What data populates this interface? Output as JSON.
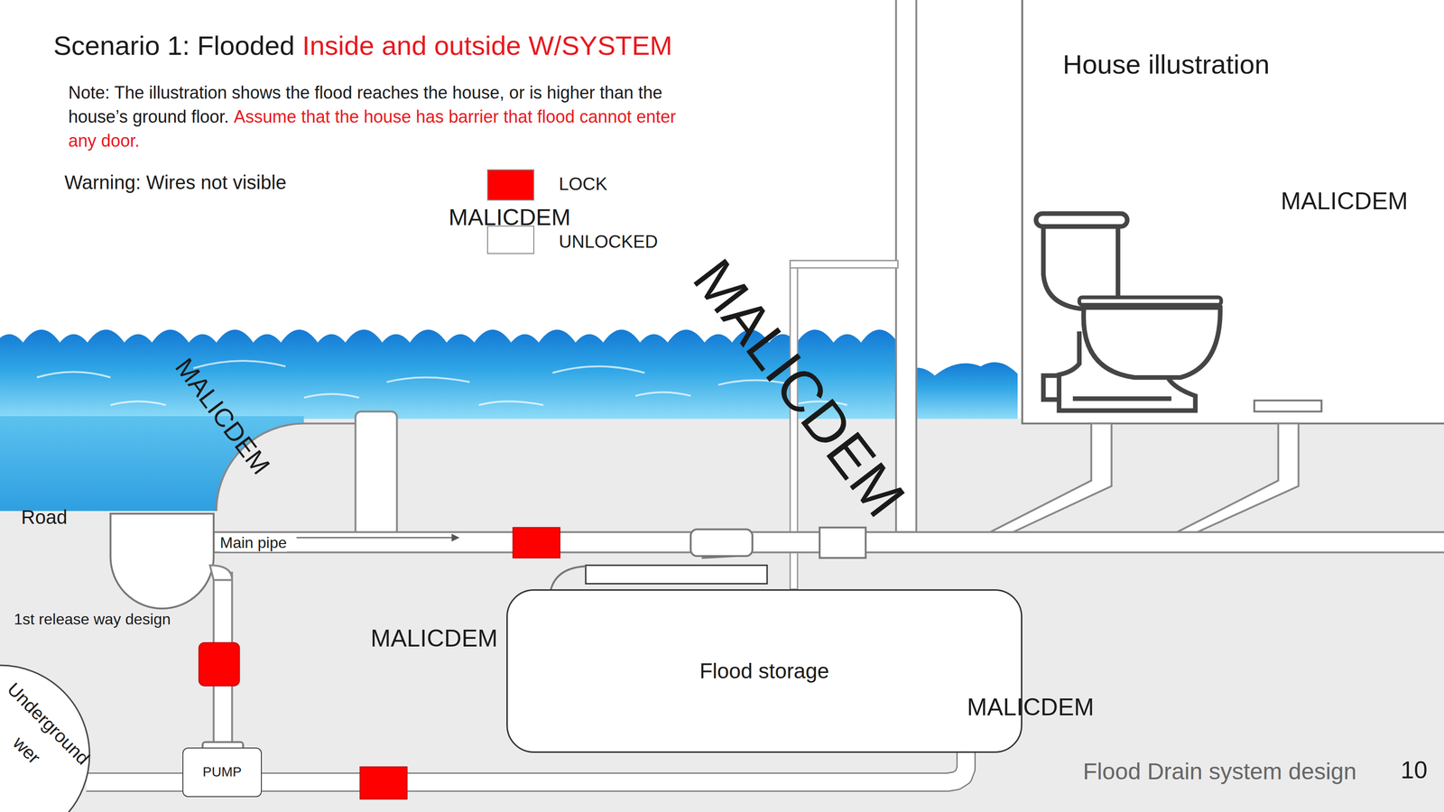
{
  "diagram": {
    "title": "Scenario 1: Flooded",
    "nodes": [
      {
        "text": [
          "Flood storage"
        ]
      },
      {
        "text": [
          "PUMP"
        ]
      },
      {
        "text": [
          "Underground",
          "wer"
        ]
      }
    ],
    "edges": [
      {
        "from": 0,
        "to": 1,
        "arrow": "none"
      },
      {
        "from": 1,
        "to": 2,
        "arrow": "none"
      }
    ],
    "labels": [
      "Inside and outside W/SYSTEM",
      "Note: The illustration shows the flood reaches the house, or is higher than the house’s ground floor.",
      "Assume that the house has barrier that flood cannot enter any door.",
      "Warning: Wires not visible",
      "MALICDEM",
      "House illustration",
      "MALICDEM",
      "MALICDEM",
      "MALICDEM",
      "Road",
      "Main pipe",
      "1st release way design",
      "MALICDEM",
      "MALICDEM",
      "Flood Drain system design",
      "10"
    ],
    "legend": [
      {
        "text": "LOCK",
        "color": "#ff0000"
      },
      {
        "text": "UNLOCKED",
        "color": "#ffffff"
      }
    ]
  }
}
